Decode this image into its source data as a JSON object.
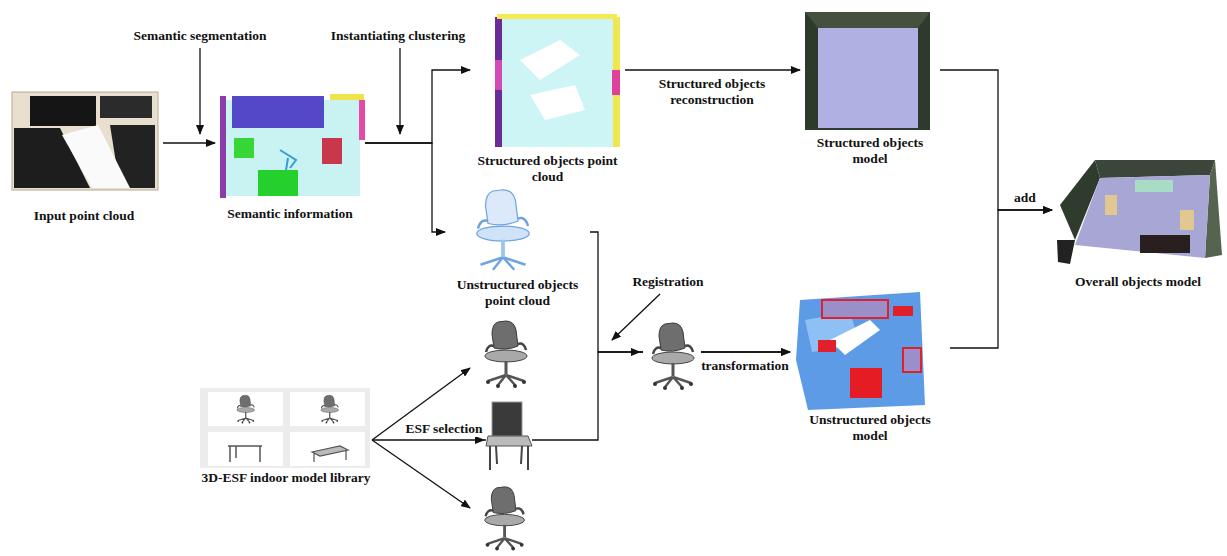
{
  "diagram": {
    "nodes": [
      {
        "text": [
          "Input point cloud"
        ]
      },
      {
        "text": [
          "Semantic information"
        ]
      },
      {
        "text": [
          "Structured objects point cloud"
        ]
      },
      {
        "text": [
          "Structured objects model"
        ]
      },
      {
        "text": [
          "Unstructured objects point cloud"
        ]
      },
      {
        "text": [
          "3D-ESF indoor model library"
        ]
      },
      {
        "text": [
          "Unstructured objects model"
        ]
      },
      {
        "text": [
          "Overall objects model"
        ]
      }
    ],
    "edges": [
      {
        "from": 0,
        "to": 1,
        "arrow": "to"
      },
      {
        "from": 1,
        "to": 2,
        "arrow": "to"
      },
      {
        "from": 1,
        "to": 4,
        "arrow": "to"
      },
      {
        "from": 2,
        "to": 3,
        "label": "Structured objects reconstruction",
        "arrow": "to"
      },
      {
        "from": 4,
        "to": 6,
        "label": "transformation",
        "arrow": "to"
      },
      {
        "from": 5,
        "to": 6,
        "label": "ESF selection",
        "arrow": "to"
      },
      {
        "from": 3,
        "to": 7,
        "label": "add",
        "arrow": "to"
      },
      {
        "from": 6,
        "to": 7,
        "arrow": "to"
      }
    ],
    "labels": [
      "Semantic segmentation",
      "Instantiating clustering",
      "Registration"
    ]
  }
}
